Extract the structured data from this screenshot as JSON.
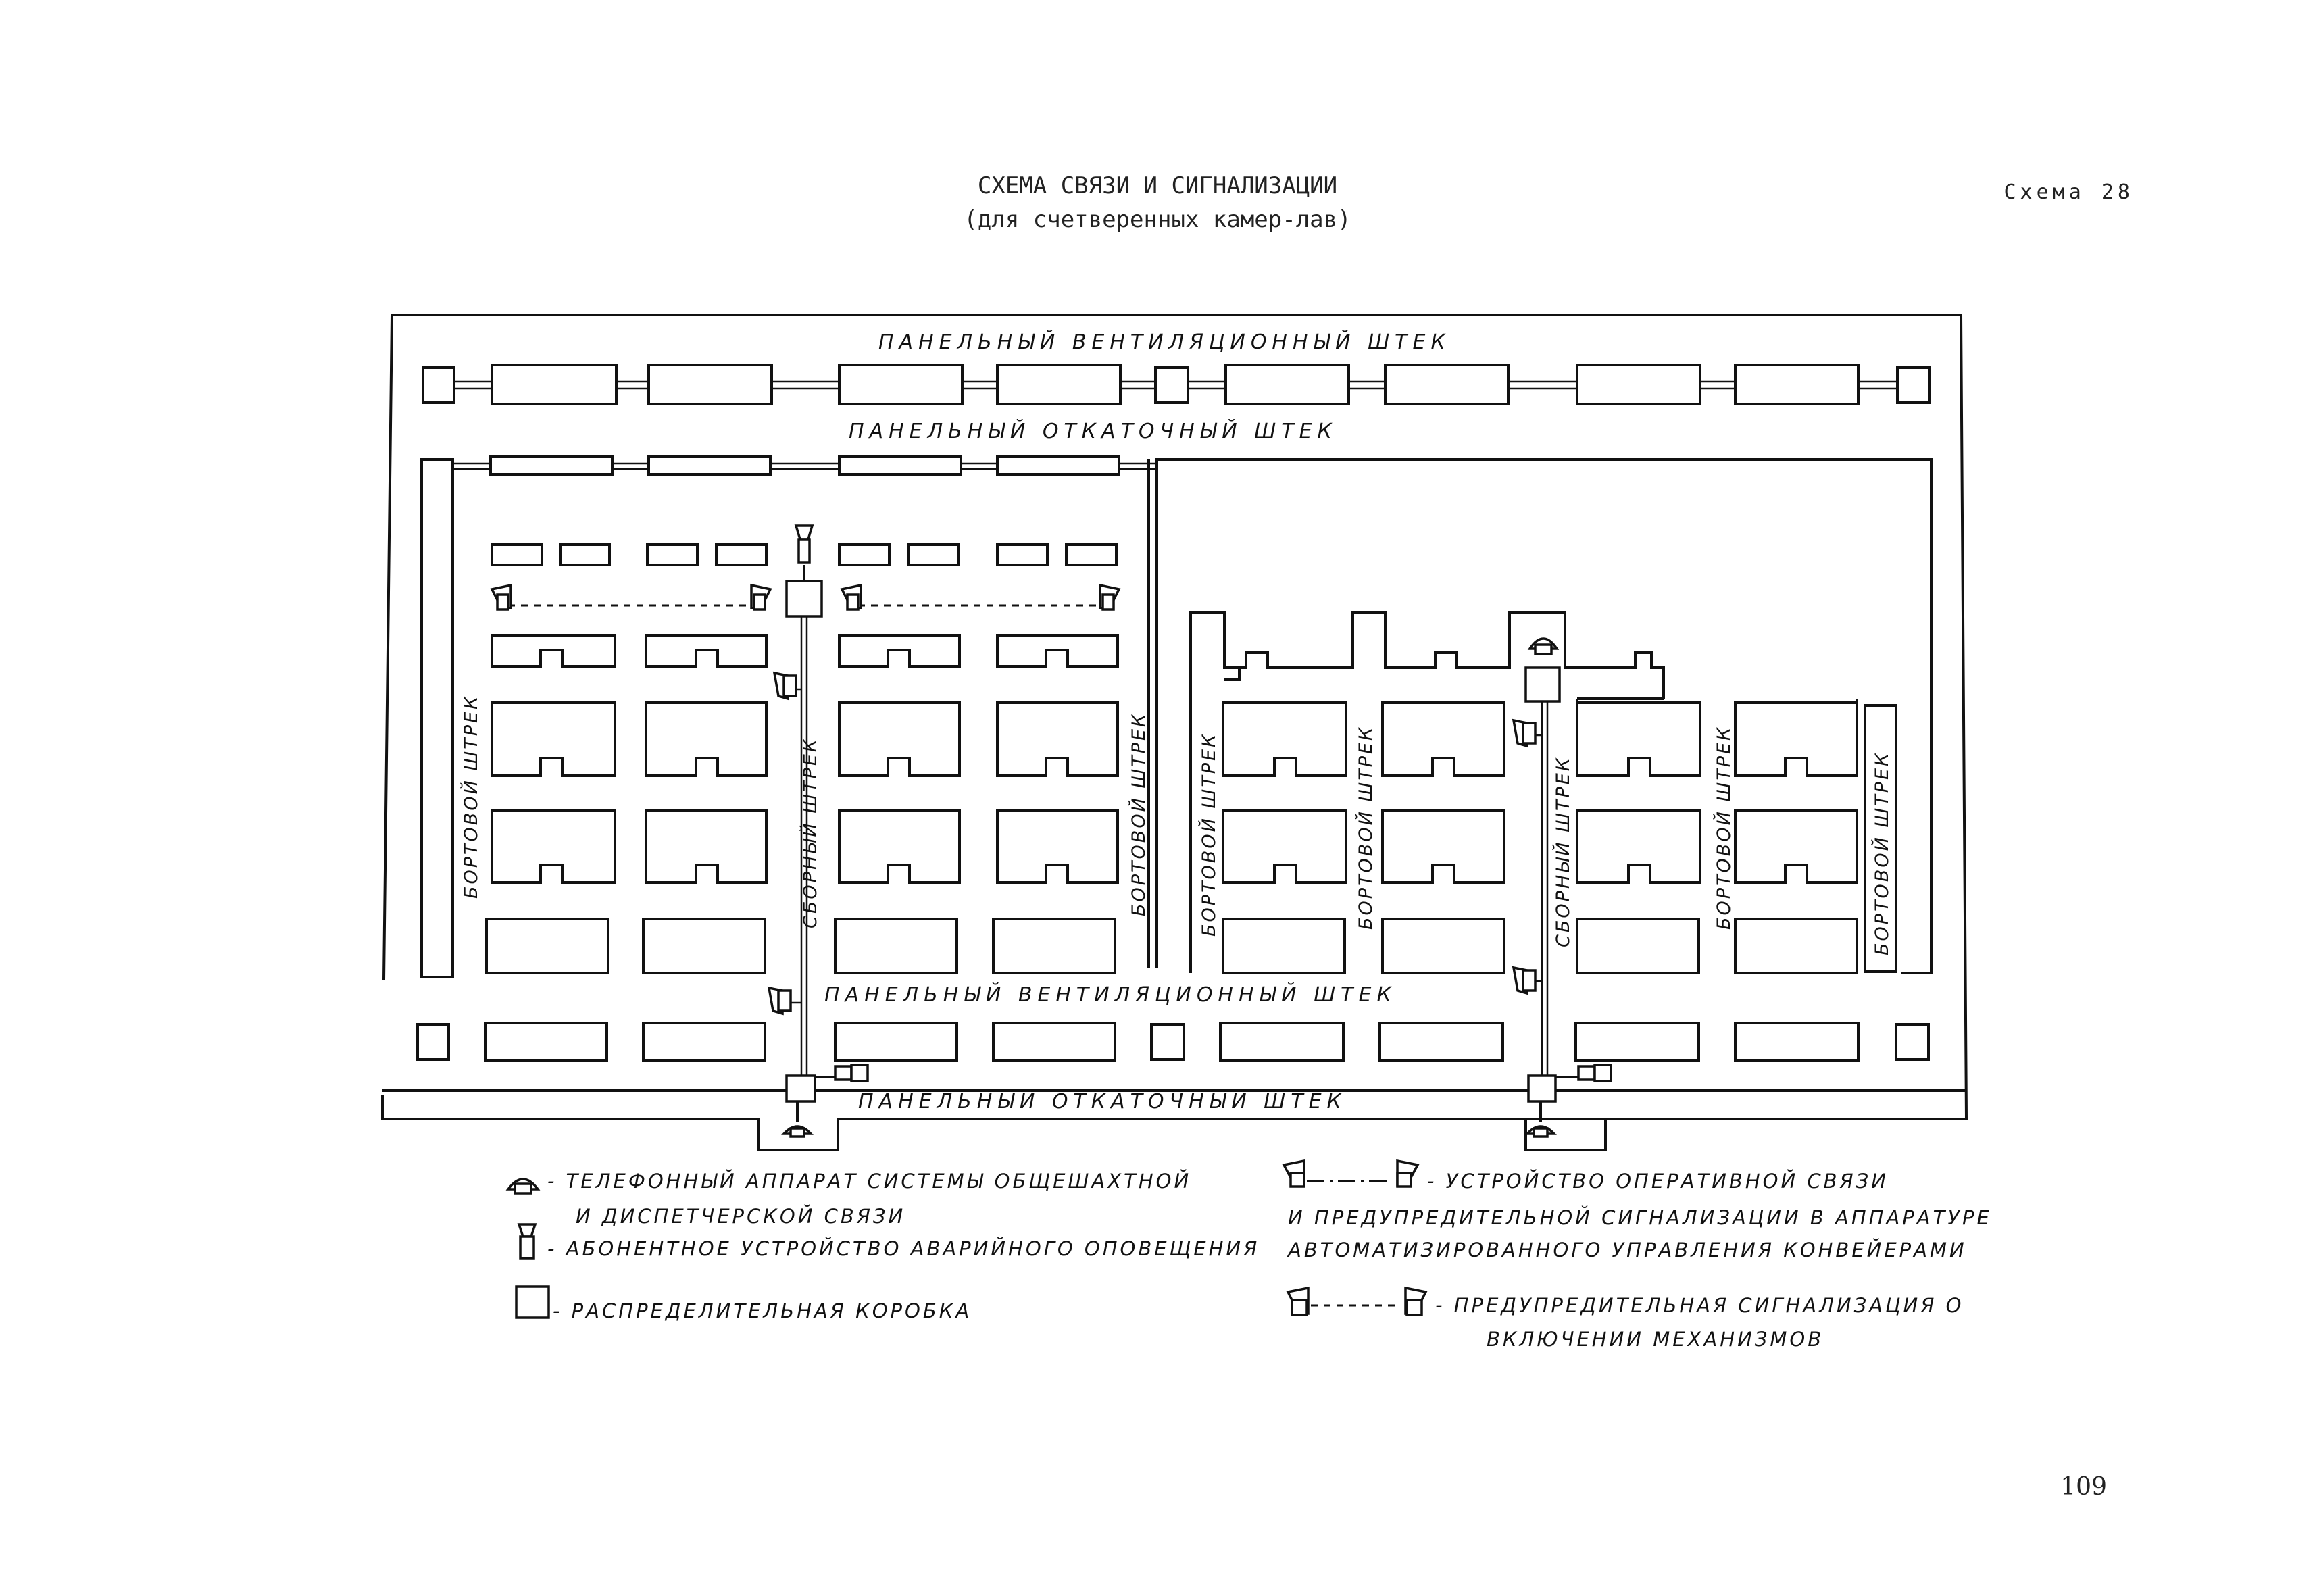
{
  "header": {
    "title": "СХЕМА СВЯЗИ И СИГНАЛИЗАЦИИ",
    "subtitle": "(для счетверенных камер-лав)",
    "scheme_number": "Схема 28"
  },
  "labels": {
    "vent_drift_top": "ПАНЕЛЬНЫЙ ВЕНТИЛЯЦИОННЫЙ ШТЕК",
    "haul_drift_top": "ПАНЕЛЬНЫЙ ОТКАТОЧНЫЙ ШТЕК",
    "vent_drift_bottom": "ПАНЕЛЬНЫЙ ВЕНТИЛЯЦИОННЫЙ ШТЕК",
    "haul_drift_bottom": "ПАНЕЛЬНЫЙ ОТКАТОЧНЫЙ ШТЕК",
    "side_drift": "БОРТОВОЙ ШТРЕК",
    "collecting_drift": "СБОРНЫЙ ШТРЕК"
  },
  "legend": {
    "telephone_line1": "- ТЕЛЕФОННЫЙ АППАРАТ СИСТЕМЫ ОБЩЕШАХТНОЙ",
    "telephone_line2": "И ДИСПЕТЧЕРСКОЙ СВЯЗИ",
    "subscriber": "- АБОНЕНТНОЕ УСТРОЙСТВО АВАРИЙНОГО ОПОВЕЩЕНИЯ",
    "junction_box": "- РАСПРЕДЕЛИТЕЛЬНАЯ КОРОБКА",
    "operative_line1": "- УСТРОЙСТВО ОПЕРАТИВНОЙ СВЯЗИ",
    "operative_line2": "И ПРЕДУПРЕДИТЕЛЬНОЙ СИГНАЛИЗАЦИИ В АППАРАТУРЕ",
    "operative_line3": "АВТОМАТИЗИРОВАННОГО УПРАВЛЕНИЯ КОНВЕЙЕРАМИ",
    "warning_line1": "- ПРЕДУПРЕДИТЕЛЬНАЯ СИГНАЛИЗАЦИЯ О",
    "warning_line2": "ВКЛЮЧЕНИИ МЕХАНИЗМОВ"
  },
  "page_number": "109"
}
